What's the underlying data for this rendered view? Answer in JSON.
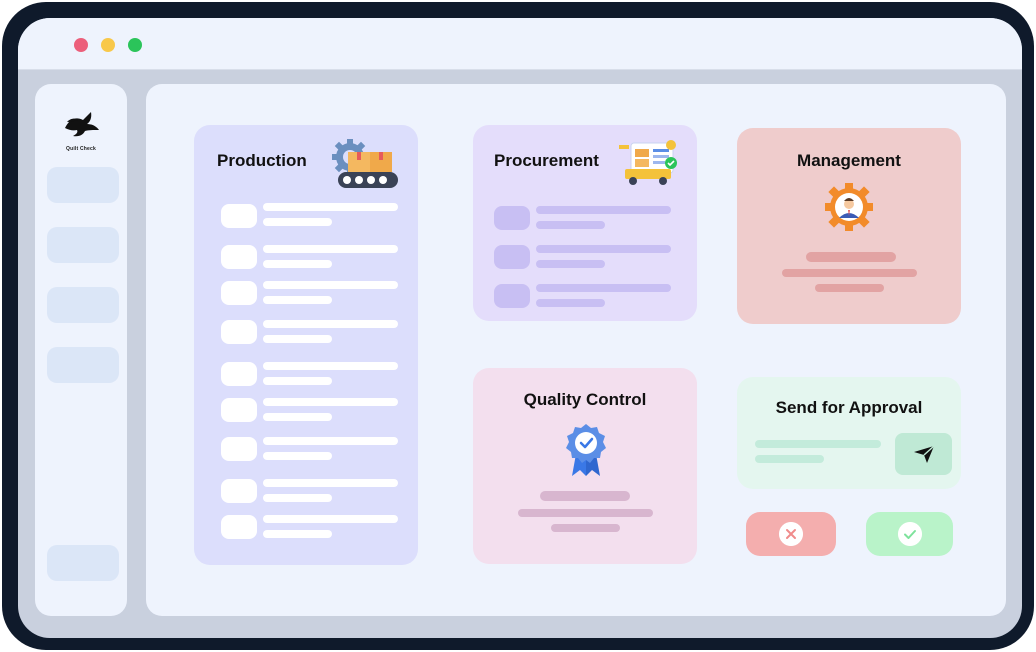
{
  "window": {
    "controls": [
      "close",
      "minimize",
      "maximize"
    ],
    "colors": {
      "close": "#ec5f7b",
      "minimize": "#f8c84a",
      "maximize": "#2bc45a"
    }
  },
  "sidebar": {
    "logo_text": "Quilt Check",
    "items": [
      "nav-1",
      "nav-2",
      "nav-3",
      "nav-4",
      "nav-bottom"
    ]
  },
  "cards": {
    "production": {
      "title": "Production",
      "icon": "conveyor-boxes-icon",
      "color": "#dcdefc"
    },
    "procurement": {
      "title": "Procurement",
      "icon": "delivery-truck-icon",
      "color": "#e4ddfb"
    },
    "management": {
      "title": "Management",
      "icon": "manager-gear-icon",
      "color": "#efcccc"
    },
    "quality": {
      "title": "Quality Control",
      "icon": "verified-badge-icon",
      "color": "#f3dfee"
    },
    "approval": {
      "title": "Send for  Approval",
      "icon": "send-icon",
      "color": "#e4f6ef"
    }
  },
  "actions": {
    "reject": {
      "icon": "x-circle-icon",
      "color": "#f4aeae"
    },
    "accept": {
      "icon": "check-circle-icon",
      "color": "#b9f3c9"
    }
  }
}
